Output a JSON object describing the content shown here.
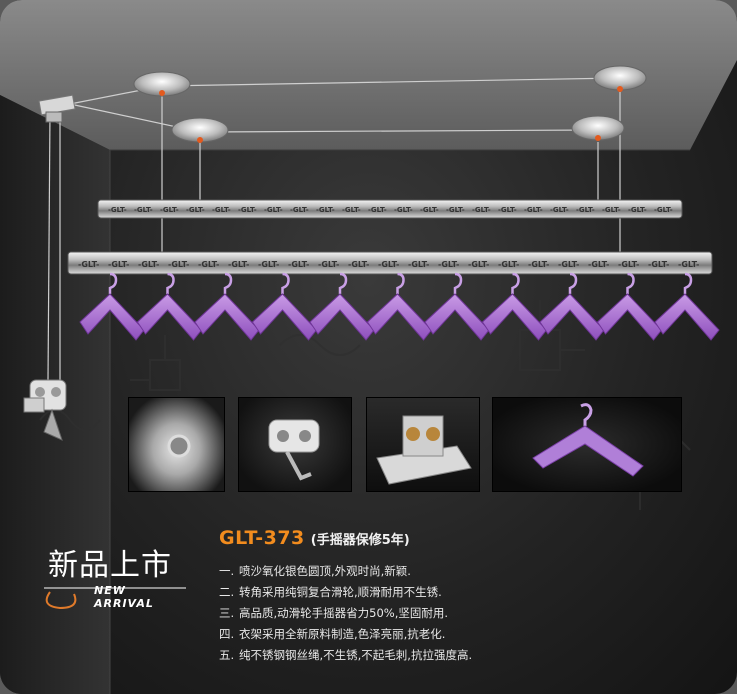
{
  "product": {
    "model_code": "GLT-373",
    "model_note": "(手摇器保修5年)",
    "rail_mark": "-GLT-"
  },
  "badge": {
    "chinese": "新品上市",
    "english": "NEW ARRIVAL"
  },
  "features": [
    {
      "num": "一.",
      "text": "喷沙氧化银色圆顶,外观时尚,新颖."
    },
    {
      "num": "二.",
      "text": "转角采用纯铜复合滑轮,顺滑耐用不生锈."
    },
    {
      "num": "三.",
      "text": "高品质,动滑轮手摇器省力50%,坚固耐用."
    },
    {
      "num": "四.",
      "text": "衣架采用全新原料制造,色泽亮丽,抗老化."
    },
    {
      "num": "五.",
      "text": "纯不锈钢钢丝绳,不生锈,不起毛刺,抗拉强度高."
    }
  ],
  "detail_photos": [
    {
      "name": "dome-pulley-photo"
    },
    {
      "name": "hand-crank-photo"
    },
    {
      "name": "corner-pulley-photo"
    },
    {
      "name": "purple-hanger-photo"
    }
  ],
  "colors": {
    "accent": "#f28c1e",
    "hanger": "#a86ad0",
    "background": "#232323"
  }
}
